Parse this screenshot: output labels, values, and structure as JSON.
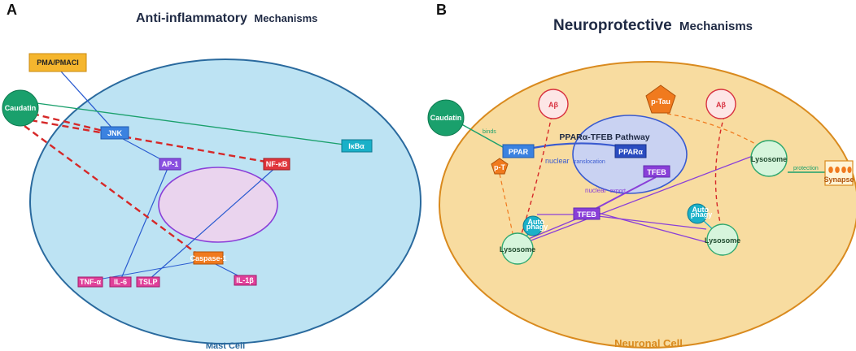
{
  "colors": {
    "mast_cell_fill": "#bde3f3",
    "mast_cell_stroke": "#2a6a9e",
    "neuron_fill": "#f8dca0",
    "neuron_stroke": "#d98a1e",
    "caudatin": "#1aa06c",
    "jnk": "#3b82e0",
    "ap1": "#8a4fe0",
    "nfkb": "#e0353b",
    "ikba": "#1ab0c8",
    "cytokine": "#e0409a",
    "caspase": "#f07a1e",
    "pma": "#f5b62e",
    "abeta": "#d8303f",
    "lysosome": "#2fa86e",
    "red_dashed": "#d62828",
    "nuclear_blue": "#3a5bd0",
    "nuclear_purple": "#8a3fd8"
  },
  "panel_a": {
    "letter": "A",
    "title_big": "Anti-inflammatory",
    "title_small": "Mechanisms",
    "cell_label": "Mast Cell",
    "pma": "PMA/PMACI",
    "caudatin": "Caudatin",
    "jnk": "JNK",
    "ap1": "AP-1",
    "nfkb": "NF-κB",
    "ikba": "IκBα",
    "caspase": "Caspase-1",
    "tnf": "TNF-α",
    "il6": "IL-6",
    "tslp": "TSLP",
    "il1b": "IL-1β"
  },
  "panel_b": {
    "letter": "B",
    "title_big": "Neuroprotective",
    "title_small": "Mechanisms",
    "cell_label": "Neuronal Cell",
    "caudatin": "Caudatin",
    "binds": "binds",
    "ppar_pathway": "PPARα-TFEB Pathway",
    "ppar": "PPAR",
    "ppara": "PPARα",
    "tfeb_nuc": "TFEB",
    "tfeb_cyto": "TFEB",
    "nuclear_translocation_a": "nuclear",
    "nuclear_translocation_b": "translocation",
    "nuclear_export_a": "nuclear",
    "nuclear_export_b": "export",
    "abeta_1": "Aβ",
    "abeta_2": "Aβ",
    "ptau": "p-Tau",
    "pt_small": "p-T",
    "autophagy_1": "Auto",
    "autophagy_1b": "phagy",
    "autophagy_2": "Auto",
    "autophagy_2b": "phagy",
    "lysosome_1": "Lysosome",
    "lysosome_2": "Lysosome",
    "lysosome_3": "Lysosome",
    "protection": "protection",
    "synapse": "Synapse"
  }
}
